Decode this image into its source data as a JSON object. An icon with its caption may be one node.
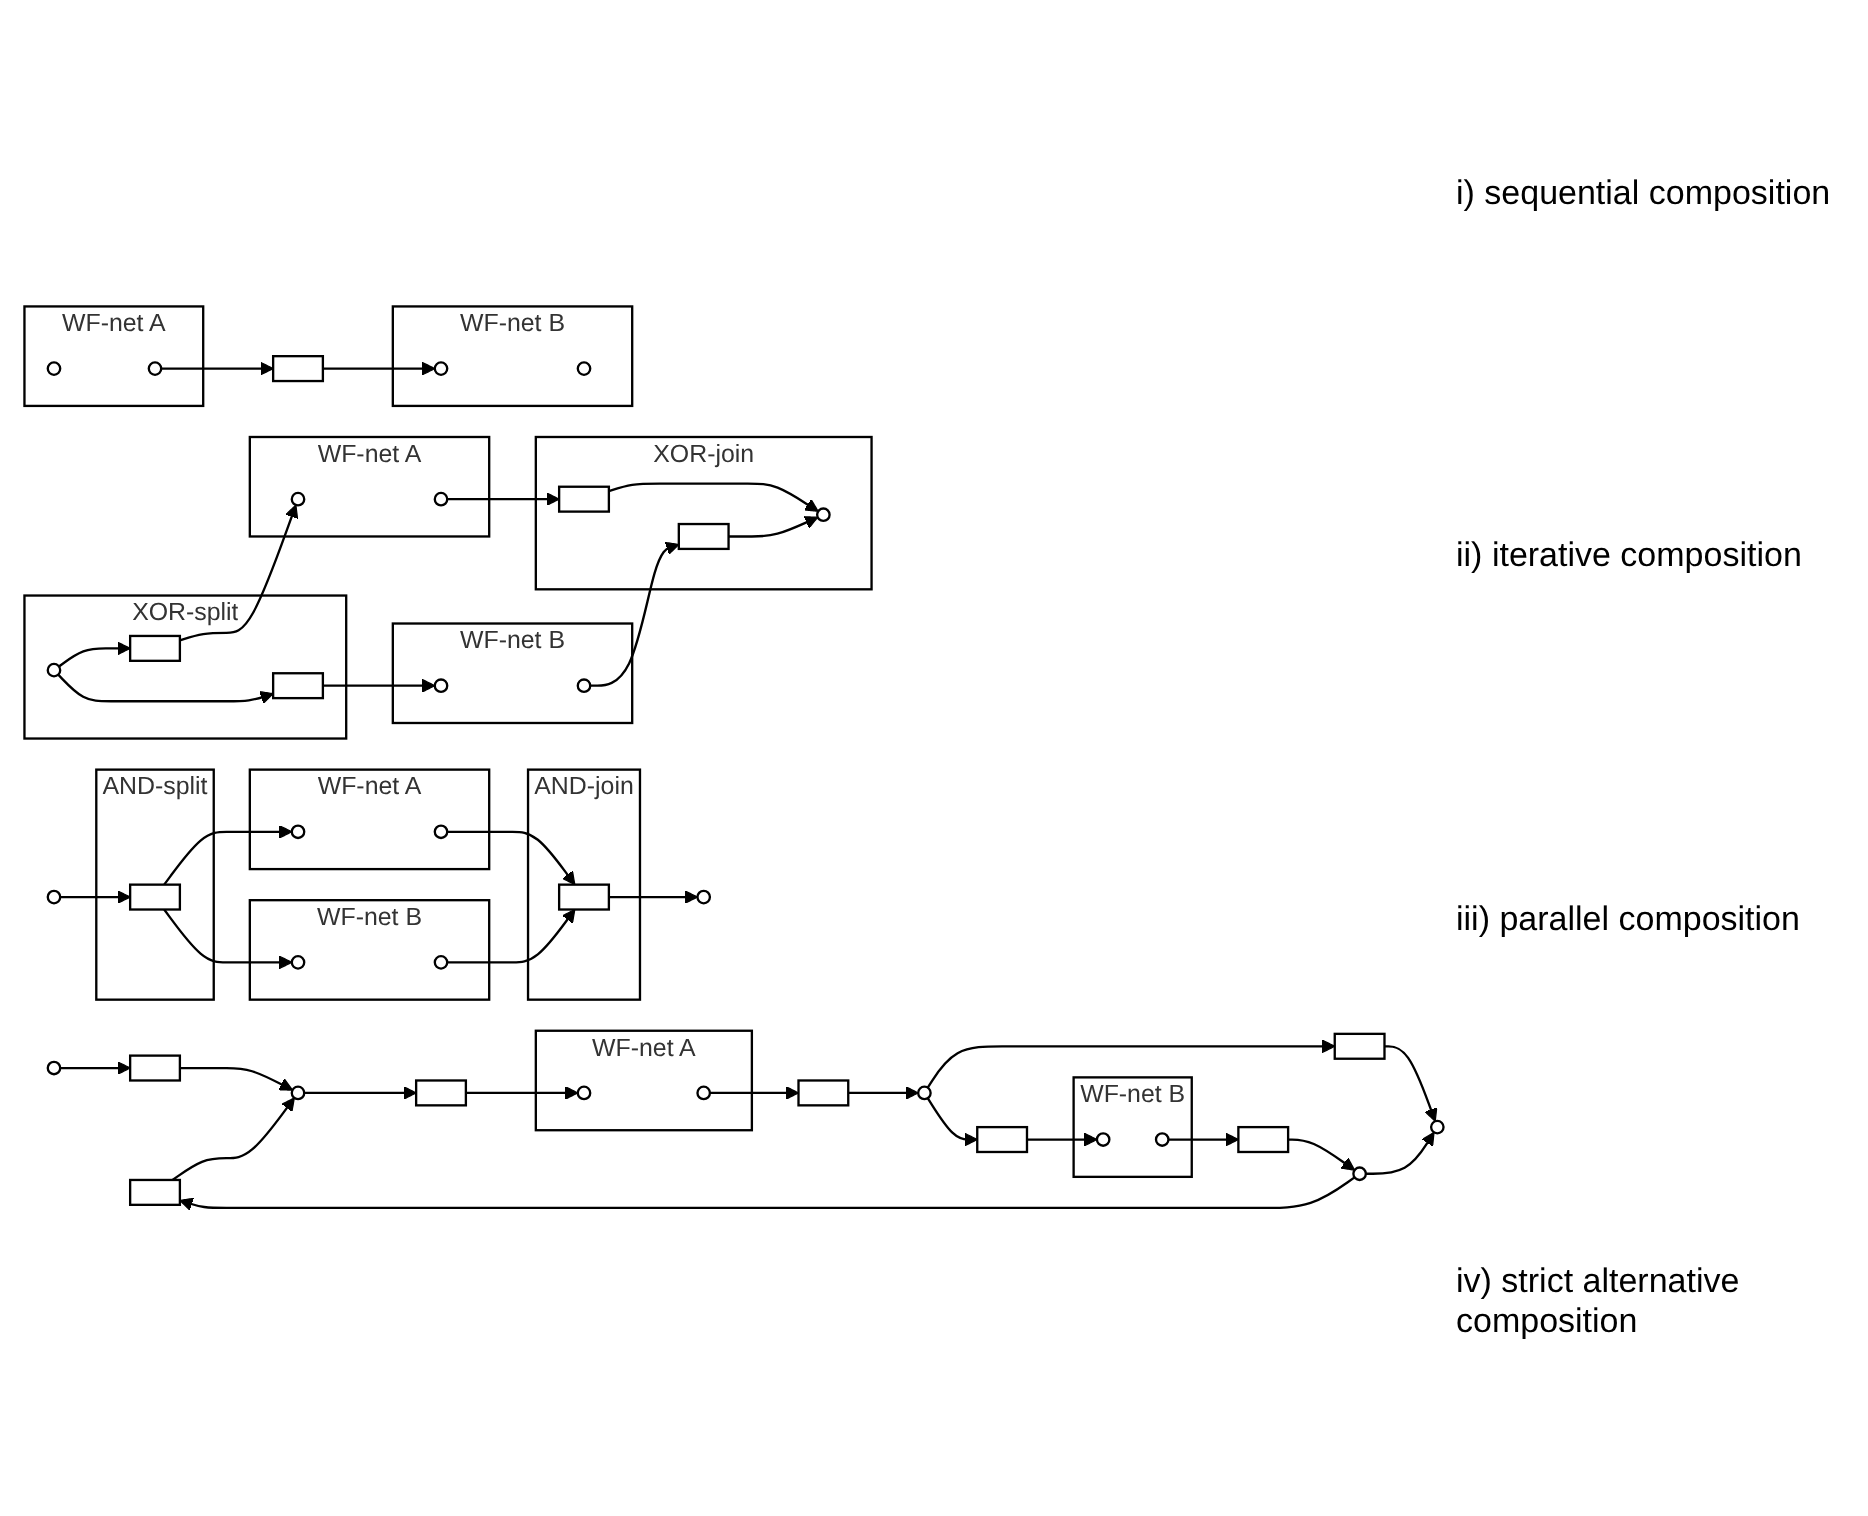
{
  "diagram": {
    "nodes": [
      {
        "text": [
          "WF-net A"
        ]
      },
      {
        "text": [],
        "shape": "circle",
        "in": 0
      },
      {
        "text": [],
        "shape": "circle",
        "in": 0
      },
      {
        "text": [],
        "shape": "box"
      },
      {
        "text": [
          "WF-net B"
        ]
      },
      {
        "text": [],
        "shape": "circle",
        "in": 4
      },
      {
        "text": [],
        "shape": "circle",
        "in": 4
      },
      {
        "text": [],
        "shape": "circle"
      },
      {
        "text": [],
        "shape": "box"
      },
      {
        "text": [],
        "shape": "circle"
      },
      {
        "text": [],
        "shape": "box"
      },
      {
        "text": [
          "WF-net A"
        ]
      },
      {
        "text": [],
        "shape": "circle",
        "in": 11
      },
      {
        "text": [],
        "shape": "circle",
        "in": 11
      },
      {
        "text": [],
        "shape": "box"
      },
      {
        "text": [],
        "shape": "circle"
      },
      {
        "text": [],
        "shape": "box"
      },
      {
        "text": [],
        "shape": "circle"
      },
      {
        "text": [],
        "shape": "box"
      },
      {
        "text": [
          "WF-net B"
        ]
      },
      {
        "text": [],
        "shape": "circle",
        "in": 19
      },
      {
        "text": [],
        "shape": "circle",
        "in": 19
      },
      {
        "text": [],
        "shape": "box"
      },
      {
        "text": [],
        "shape": "circle"
      },
      {
        "text": [],
        "shape": "box"
      },
      {
        "text": [],
        "shape": "circle"
      },
      {
        "text": [
          "AND-split"
        ]
      },
      {
        "text": [],
        "shape": "box",
        "in": 26
      },
      {
        "text": [
          "WF-net A"
        ]
      },
      {
        "text": [],
        "shape": "circle",
        "in": 28
      },
      {
        "text": [],
        "shape": "circle",
        "in": 28
      },
      {
        "text": [
          "WF-net B"
        ]
      },
      {
        "text": [],
        "shape": "circle",
        "in": 31
      },
      {
        "text": [],
        "shape": "circle",
        "in": 31
      },
      {
        "text": [
          "AND-join"
        ]
      },
      {
        "text": [],
        "shape": "box",
        "in": 34
      },
      {
        "text": [],
        "shape": "circle"
      },
      {
        "text": [
          "XOR-split"
        ]
      },
      {
        "text": [],
        "shape": "circle",
        "in": 37
      },
      {
        "text": [],
        "shape": "box",
        "in": 37
      },
      {
        "text": [],
        "shape": "box",
        "in": 37
      },
      {
        "text": [
          "WF-net A"
        ]
      },
      {
        "text": [],
        "shape": "circle",
        "in": 41
      },
      {
        "text": [],
        "shape": "circle",
        "in": 41
      },
      {
        "text": [
          "WF-net B"
        ]
      },
      {
        "text": [],
        "shape": "circle",
        "in": 44
      },
      {
        "text": [],
        "shape": "circle",
        "in": 44
      },
      {
        "text": [
          "XOR-join"
        ]
      },
      {
        "text": [],
        "shape": "box",
        "in": 47
      },
      {
        "text": [],
        "shape": "box",
        "in": 47
      },
      {
        "text": [],
        "shape": "circle",
        "in": 47
      }
    ],
    "edges": [
      {
        "from": 2,
        "to": 3,
        "arrow": "to"
      },
      {
        "from": 3,
        "to": 5,
        "arrow": "to"
      },
      {
        "from": 7,
        "to": 8,
        "arrow": "to"
      },
      {
        "from": 8,
        "to": 9,
        "arrow": "to"
      },
      {
        "from": 9,
        "to": 10,
        "arrow": "to"
      },
      {
        "from": 10,
        "to": 12,
        "arrow": "to"
      },
      {
        "from": 13,
        "to": 14,
        "arrow": "to"
      },
      {
        "from": 14,
        "to": 15,
        "arrow": "to"
      },
      {
        "from": 15,
        "to": 16,
        "arrow": "to"
      },
      {
        "from": 16,
        "to": 17,
        "arrow": "to"
      },
      {
        "from": 15,
        "to": 18,
        "arrow": "to"
      },
      {
        "from": 18,
        "to": 20,
        "arrow": "to"
      },
      {
        "from": 21,
        "to": 22,
        "arrow": "to"
      },
      {
        "from": 22,
        "to": 23,
        "arrow": "to"
      },
      {
        "from": 23,
        "to": 17,
        "arrow": "to"
      },
      {
        "from": 23,
        "to": 24,
        "arrow": "to"
      },
      {
        "from": 24,
        "to": 9,
        "arrow": "to"
      },
      {
        "from": 25,
        "to": 27,
        "arrow": "to"
      },
      {
        "from": 27,
        "to": 29,
        "arrow": "to"
      },
      {
        "from": 27,
        "to": 32,
        "arrow": "to"
      },
      {
        "from": 30,
        "to": 35,
        "arrow": "to"
      },
      {
        "from": 33,
        "to": 35,
        "arrow": "to"
      },
      {
        "from": 35,
        "to": 36,
        "arrow": "to"
      },
      {
        "from": 38,
        "to": 39,
        "arrow": "to"
      },
      {
        "from": 38,
        "to": 40,
        "arrow": "to"
      },
      {
        "from": 39,
        "to": 42,
        "arrow": "to"
      },
      {
        "from": 40,
        "to": 45,
        "arrow": "to"
      },
      {
        "from": 43,
        "to": 48,
        "arrow": "to"
      },
      {
        "from": 46,
        "to": 49,
        "arrow": "to"
      },
      {
        "from": 48,
        "to": 50,
        "arrow": "to"
      },
      {
        "from": 49,
        "to": 50,
        "arrow": "to"
      }
    ],
    "labels": [
      "i) sequential composition",
      "ii) iterative composition",
      "iii) parallel composition",
      "iv) strict alternative composition"
    ]
  }
}
